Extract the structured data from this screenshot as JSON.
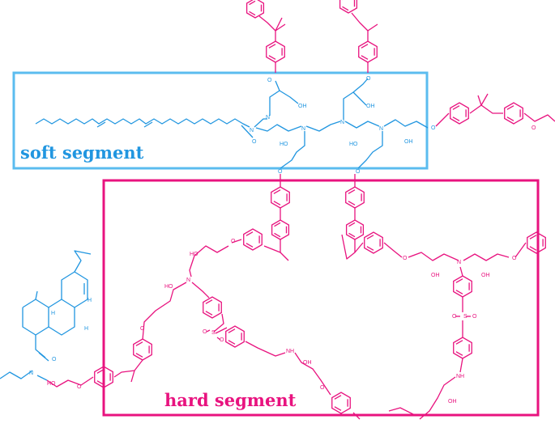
{
  "labels": {
    "soft_segment": "soft segment",
    "hard_segment": "hard segment"
  },
  "atoms": {
    "nitrogen": "N",
    "oxygen": "O",
    "hydroxyl": "OH",
    "hydroxyl_left": "HO",
    "amine": "NH",
    "sulfur": "S",
    "hydrogen": "H"
  },
  "colors": {
    "soft": "#2196e0",
    "hard": "#e8137f",
    "soft_box": "#5bbcef",
    "background": "#ffffff"
  }
}
